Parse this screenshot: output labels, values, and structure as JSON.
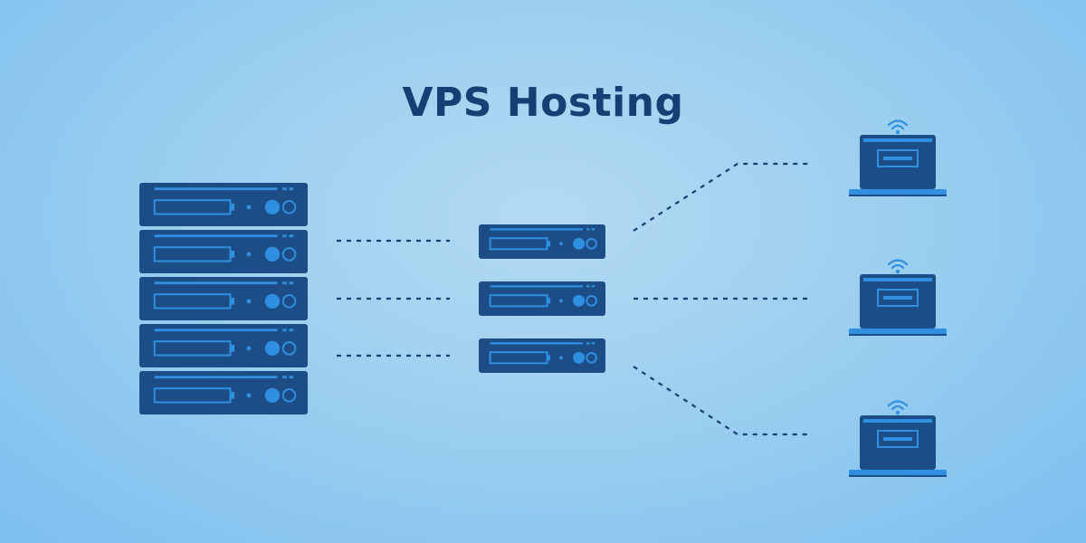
{
  "title": "VPS Hosting",
  "colors": {
    "background_center": "#b3daf3",
    "background_edge": "#7cbff0",
    "server_dark": "#1d4d86",
    "server_face": "#1e5391",
    "server_accent": "#2f8fe0",
    "laptop_base": "#2f8fe0",
    "connector": "#163f73",
    "title": "#163f73"
  },
  "icons": {
    "physical_server": "server-rack-icon",
    "virtual_server": "server-icon",
    "client": "laptop-icon",
    "signal": "wifi-icon"
  },
  "diagram": {
    "physical_server_units": 5,
    "virtual_servers": 3,
    "clients": 3
  }
}
